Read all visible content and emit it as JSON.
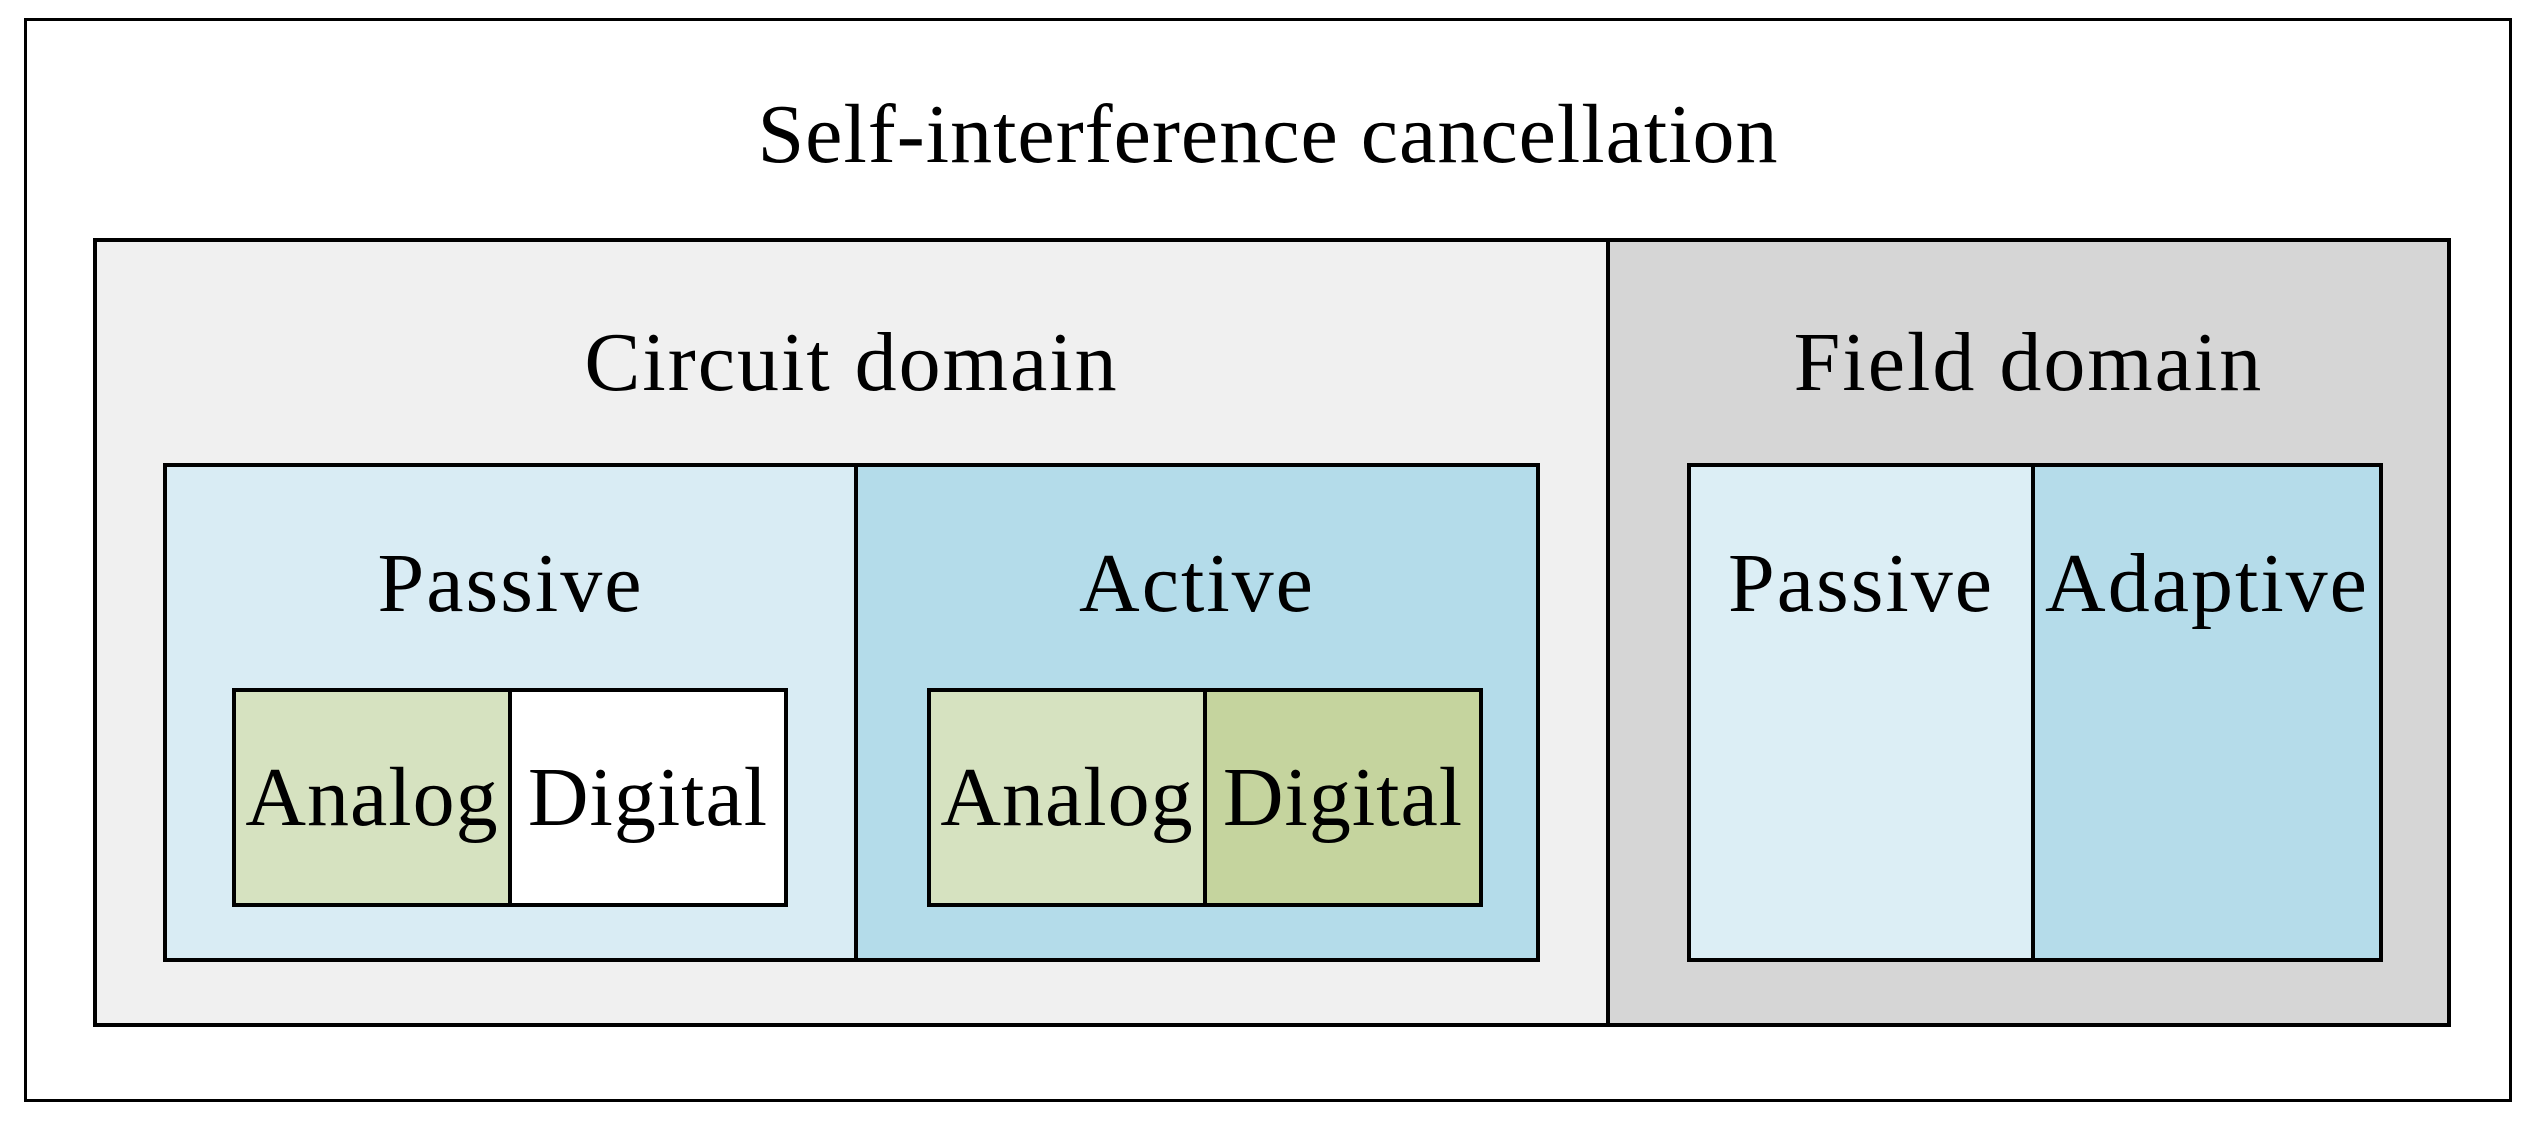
{
  "figure": {
    "title": "Self-interference cancellation"
  },
  "circuit_domain": {
    "label": "Circuit domain",
    "passive": {
      "label": "Passive",
      "analog": "Analog",
      "digital": "Digital"
    },
    "active": {
      "label": "Active",
      "analog": "Analog",
      "digital": "Digital"
    }
  },
  "field_domain": {
    "label": "Field domain",
    "passive": "Passive",
    "adaptive": "Adaptive"
  },
  "colors": {
    "page_bg": "#ffffff",
    "border": "#000000",
    "text": "#000000",
    "circuit_domain_bg": "#f0f0f0",
    "field_domain_bg": "#d6d6d6",
    "circuit_passive_bg": "#d9ecf4",
    "circuit_active_bg": "#b4dcea",
    "analog_bg": "#d6e2c0",
    "digital_passive_bg": "#ffffff",
    "digital_active_bg": "#c5d49e",
    "field_passive_bg": "#dceef5",
    "field_adaptive_bg": "#b5dcea"
  }
}
